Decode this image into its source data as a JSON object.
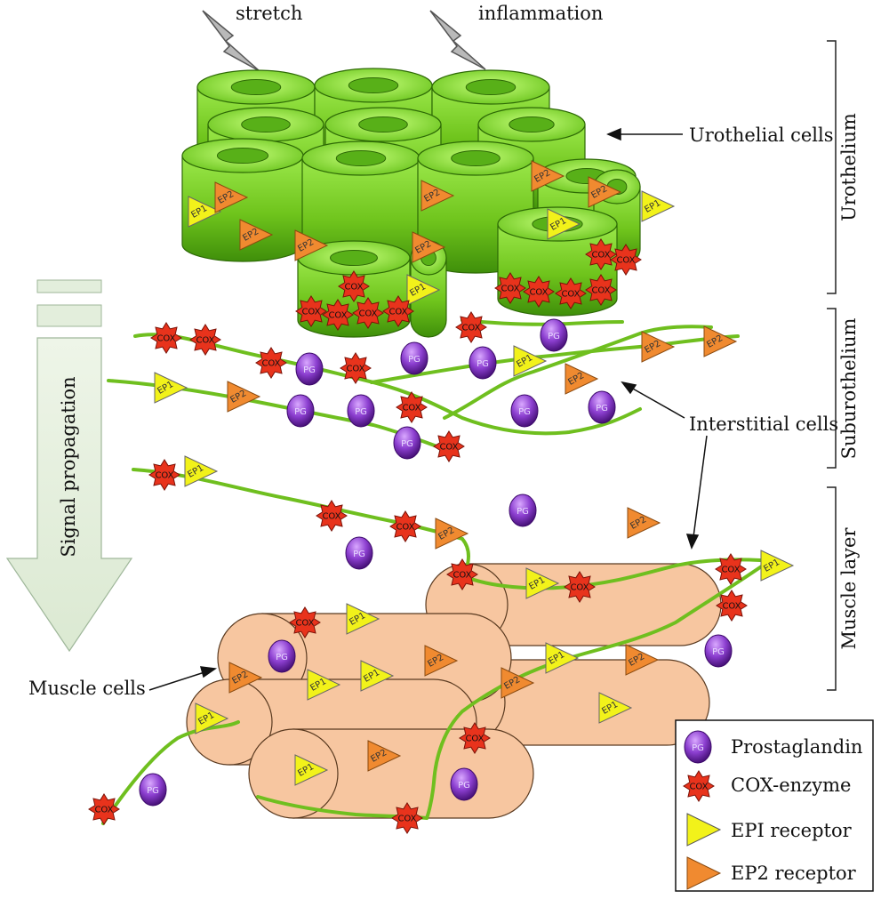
{
  "labels": {
    "stretch": "stretch",
    "inflammation": "inflammation",
    "urothelial_cells": "Urothelial cells",
    "interstitial_cells": "Interstitial cells",
    "muscle_cells": "Muscle cells",
    "signal_propagation": "Signal propagation"
  },
  "layers": {
    "urothelium": "Urothelium",
    "suburothelium": "Suburothelium",
    "muscle_layer": "Muscle layer"
  },
  "tokens": {
    "pg": "PG",
    "cox": "COX",
    "ep1": "EP1",
    "ep2": "EP2"
  },
  "legend": {
    "prostaglandin": "Prostaglandin",
    "cox_enzyme": "COX-enzyme",
    "ep1_receptor": "EPI receptor",
    "ep2_receptor": "EP2 receptor"
  },
  "colors": {
    "urothelial_green": "#7ed321",
    "muscle_peach": "#f7c6a0",
    "cox_red": "#e8331c",
    "pg_purple": "#7a2fb0",
    "ep1_yellow": "#f2f21a",
    "ep2_orange": "#f08a30",
    "arrow_pale": "#e3eedc"
  }
}
